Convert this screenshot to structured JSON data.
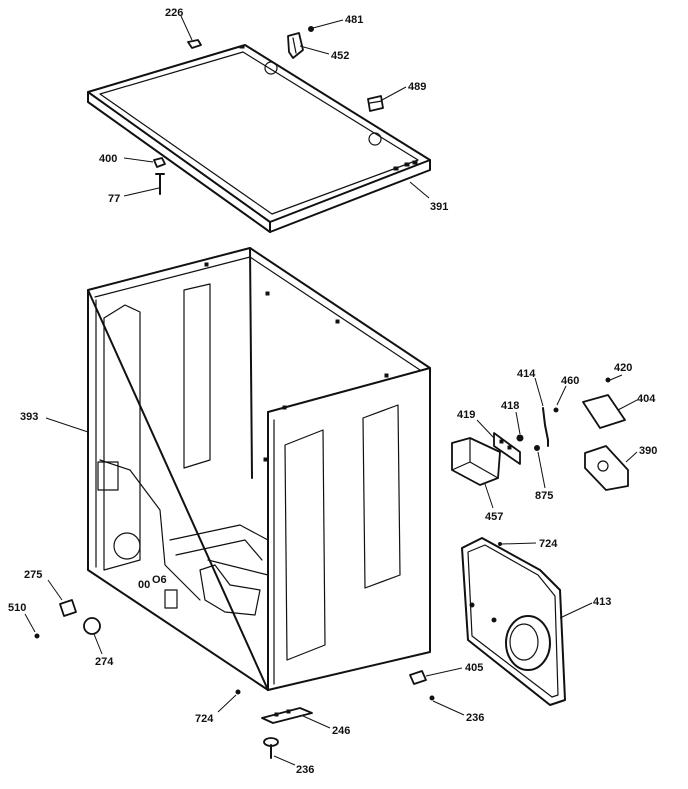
{
  "diagram": {
    "callouts": [
      {
        "id": "c226a",
        "text": "226"
      },
      {
        "id": "c481",
        "text": "481"
      },
      {
        "id": "c452",
        "text": "452"
      },
      {
        "id": "c489",
        "text": "489"
      },
      {
        "id": "c400",
        "text": "400"
      },
      {
        "id": "c77",
        "text": "77"
      },
      {
        "id": "c391",
        "text": "391"
      },
      {
        "id": "c393",
        "text": "393"
      },
      {
        "id": "c414",
        "text": "414"
      },
      {
        "id": "c460",
        "text": "460"
      },
      {
        "id": "c420",
        "text": "420"
      },
      {
        "id": "c404",
        "text": "404"
      },
      {
        "id": "c418",
        "text": "418"
      },
      {
        "id": "c419",
        "text": "419"
      },
      {
        "id": "c390",
        "text": "390"
      },
      {
        "id": "c875",
        "text": "875"
      },
      {
        "id": "c457",
        "text": "457"
      },
      {
        "id": "c724a",
        "text": "724"
      },
      {
        "id": "c413",
        "text": "413"
      },
      {
        "id": "c275",
        "text": "275"
      },
      {
        "id": "c510",
        "text": "510"
      },
      {
        "id": "c274",
        "text": "274"
      },
      {
        "id": "c405",
        "text": "405"
      },
      {
        "id": "c236a",
        "text": "236"
      },
      {
        "id": "c724b",
        "text": "724"
      },
      {
        "id": "c246",
        "text": "246"
      },
      {
        "id": "c236b",
        "text": "236"
      }
    ]
  }
}
